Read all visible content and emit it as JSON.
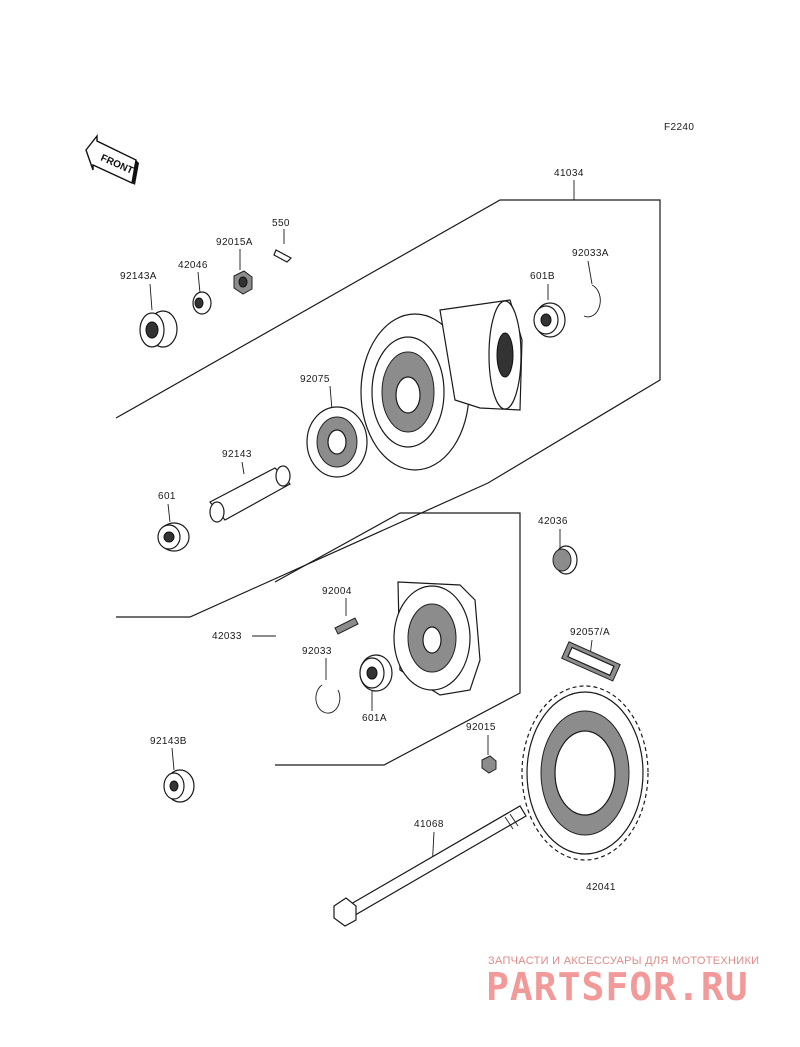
{
  "figure_code": "F2240",
  "front_label": "FRONT",
  "parts": {
    "p41034": "41034",
    "p92033A": "92033A",
    "p601B": "601B",
    "p550": "550",
    "p92015A": "92015A",
    "p42046": "42046",
    "p92143A": "92143A",
    "p92075": "92075",
    "p92143": "92143",
    "p601": "601",
    "p42036": "42036",
    "p92004": "92004",
    "p42033": "42033",
    "p92033": "92033",
    "p601A": "601A",
    "p92057A": "92057/A",
    "p92015": "92015",
    "p92143B": "92143B",
    "p41068": "41068",
    "p42041": "42041"
  },
  "watermark": {
    "tagline": "ЗАПЧАСТИ И АКСЕССУАРЫ ДЛЯ МОТОТЕХНИКИ",
    "brand": "PARTSFOR.RU"
  },
  "colors": {
    "line": "#1a1a1a",
    "watermark": "#f29a9a"
  }
}
